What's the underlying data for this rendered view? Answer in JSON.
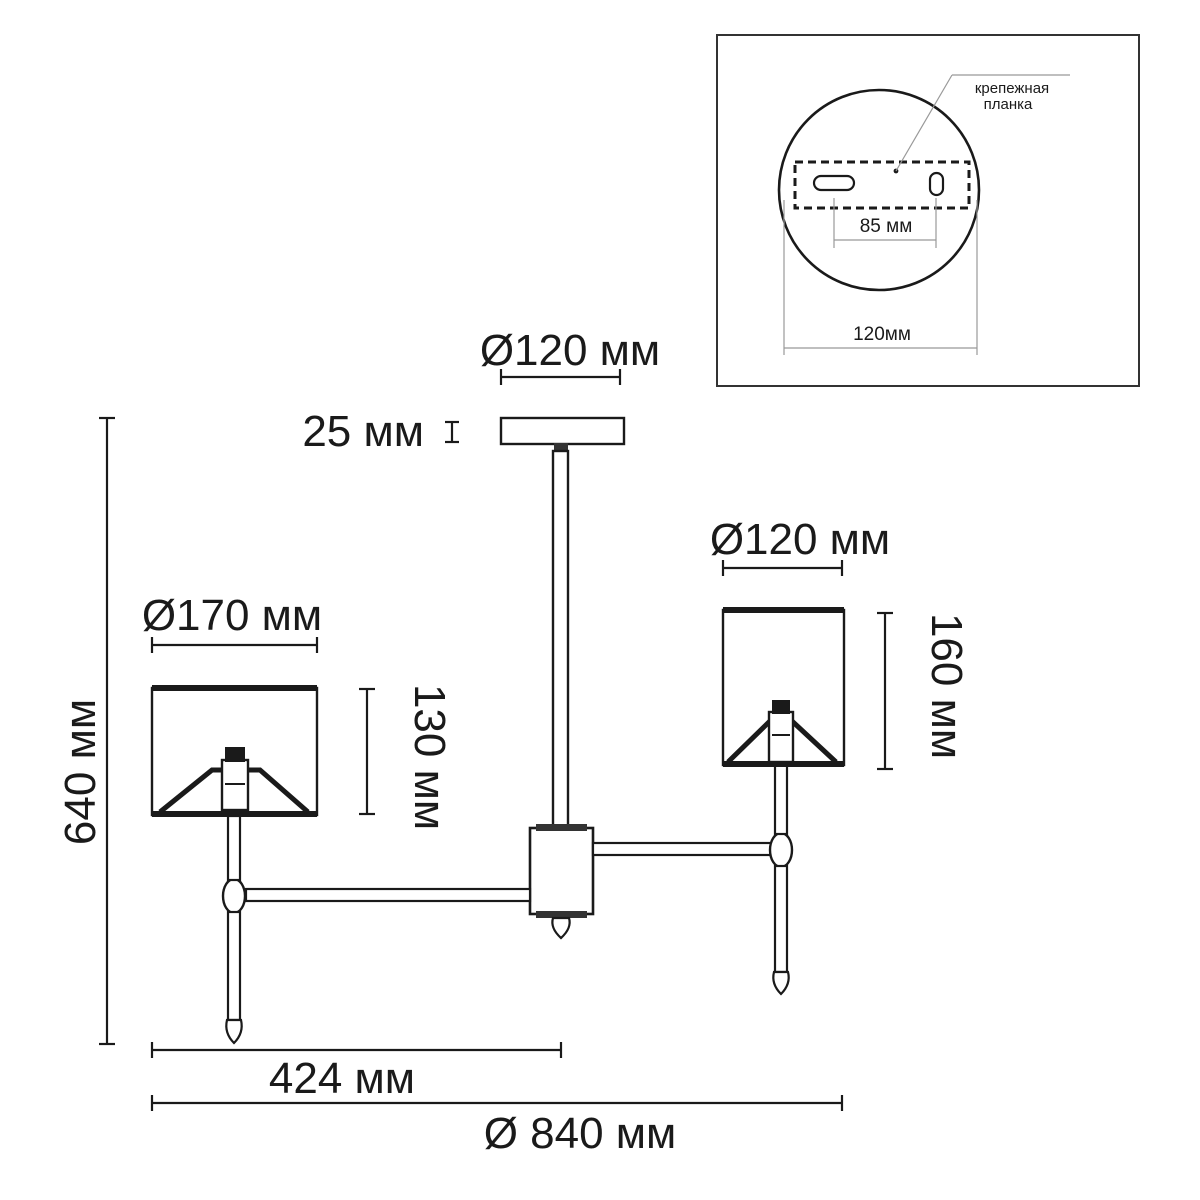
{
  "inset": {
    "mounting_plate_label_line1": "крепежная",
    "mounting_plate_label_line2": "планка",
    "hole_spacing": "85 мм",
    "base_diameter": "120мм"
  },
  "dimensions": {
    "canopy_diameter": "Ø120 мм",
    "canopy_height": "25 мм",
    "small_shade_diameter": "Ø120 мм",
    "small_shade_height": "160 мм",
    "large_shade_diameter": "Ø170 мм",
    "large_shade_height": "130 мм",
    "total_height": "640 мм",
    "half_span": "424 мм",
    "total_diameter": "Ø 840 мм"
  },
  "colors": {
    "line": "#1a1a1a",
    "frame": "#333333"
  }
}
